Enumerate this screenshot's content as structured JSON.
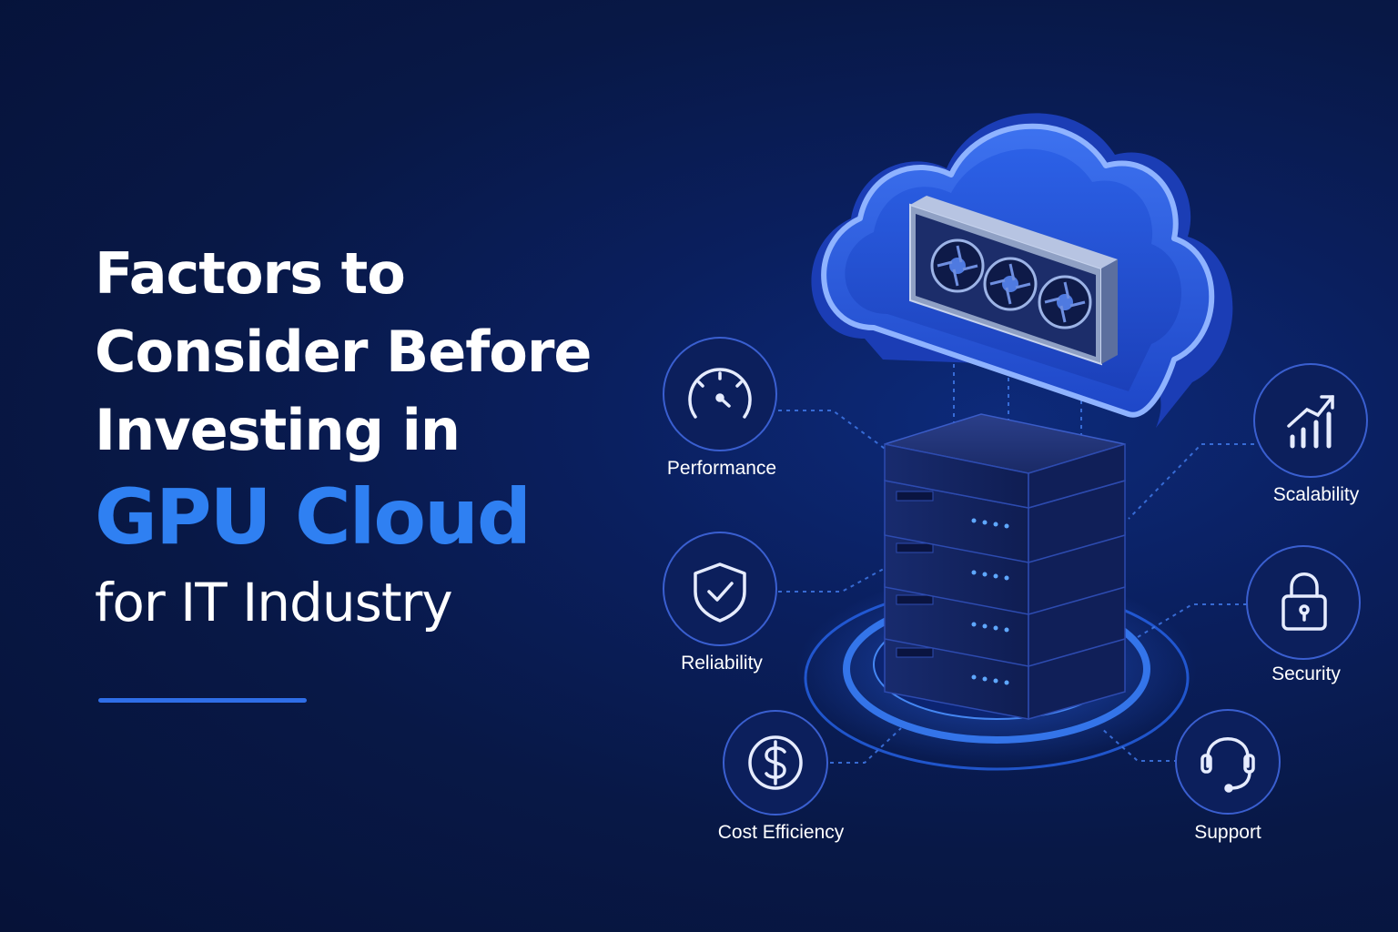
{
  "title": {
    "line1": "Factors to",
    "line2": "Consider Before",
    "line3": "Investing in",
    "highlight": "GPU Cloud",
    "line4": "for IT Industry"
  },
  "colors": {
    "background": "#081846",
    "accent": "#2f80f2",
    "circle_stroke": "#3a5fd0",
    "icon": "#e6ecff"
  },
  "factors": [
    {
      "label": "Performance",
      "icon": "speedometer-icon"
    },
    {
      "label": "Reliability",
      "icon": "shield-check-icon"
    },
    {
      "label": "Cost Efficiency",
      "icon": "dollar-icon"
    },
    {
      "label": "Scalability",
      "icon": "growth-chart-icon"
    },
    {
      "label": "Security",
      "icon": "lock-icon"
    },
    {
      "label": "Support",
      "icon": "headset-icon"
    }
  ]
}
